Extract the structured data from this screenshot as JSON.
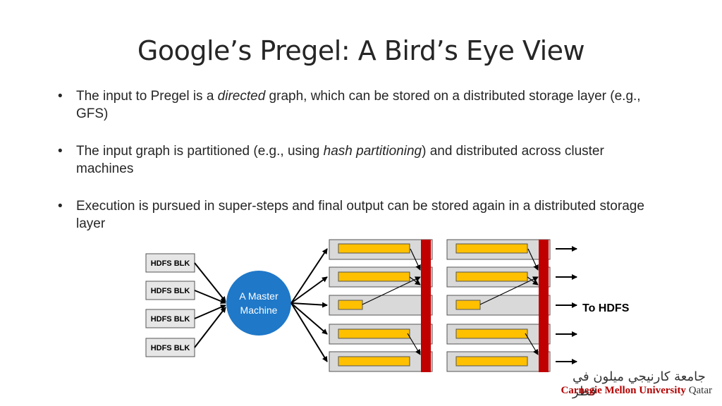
{
  "title": "Google’s Pregel: A Bird’s Eye View",
  "bullets": [
    {
      "before": "The input to Pregel is a ",
      "emph": "directed",
      "after": " graph, which can be stored on a distributed storage layer (e.g., GFS)"
    },
    {
      "before": "The input graph is partitioned (e.g., using ",
      "emph": "hash partitioning",
      "after": ") and distributed across cluster machines"
    },
    {
      "before": "Execution is pursued in super-steps and final output can be stored again in a distributed storage layer",
      "emph": "",
      "after": ""
    }
  ],
  "diagram": {
    "hdfs_blocks": [
      "HDFS BLK",
      "HDFS BLK",
      "HDFS BLK",
      "HDFS BLK"
    ],
    "master_line1": "A Master",
    "master_line2": "Machine",
    "output_label": "To HDFS",
    "colors": {
      "master_fill": "#1f78c8",
      "worker_fill": "#d9d9d9",
      "task_fill": "#ffc000",
      "barrier_fill": "#c00000"
    }
  },
  "logo": {
    "arabic": "جامعة كارنيجي ميلون في قطر",
    "name": "Carnegie Mellon University",
    "suffix": "Qatar"
  }
}
